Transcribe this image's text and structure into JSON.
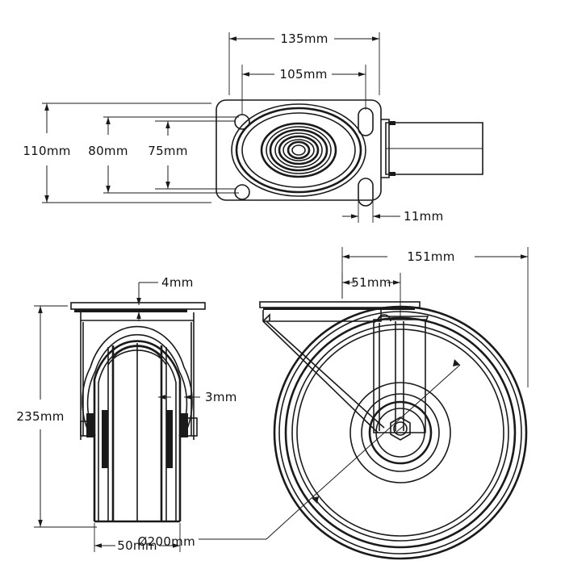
{
  "drawing": {
    "title": "Swivel Caster Wheel Technical Drawing",
    "units": "mm",
    "line_color": "#1a1a1a",
    "background_color": "#ffffff"
  },
  "views": {
    "top": {
      "name": "top-plate-view",
      "description": "Top view of mounting plate with four bolt holes and swivel raceway"
    },
    "front": {
      "name": "front-view",
      "description": "Front elevation of caster showing wheel width and fork"
    },
    "side": {
      "name": "side-view",
      "description": "Side elevation showing wheel diameter and offset"
    }
  },
  "dimensions": {
    "plate_length": "135mm",
    "bolt_spacing_length": "105mm",
    "plate_width": "110mm",
    "bolt_spacing_width": "80mm",
    "bolt_inner_width": "75mm",
    "hole_size": "11mm",
    "plate_thickness": "4mm",
    "tread_thickness": "3mm",
    "overall_height": "235mm",
    "wheel_width": "50mm",
    "overall_length": "151mm",
    "swivel_offset": "51mm",
    "wheel_diameter": "Ø200mm"
  }
}
